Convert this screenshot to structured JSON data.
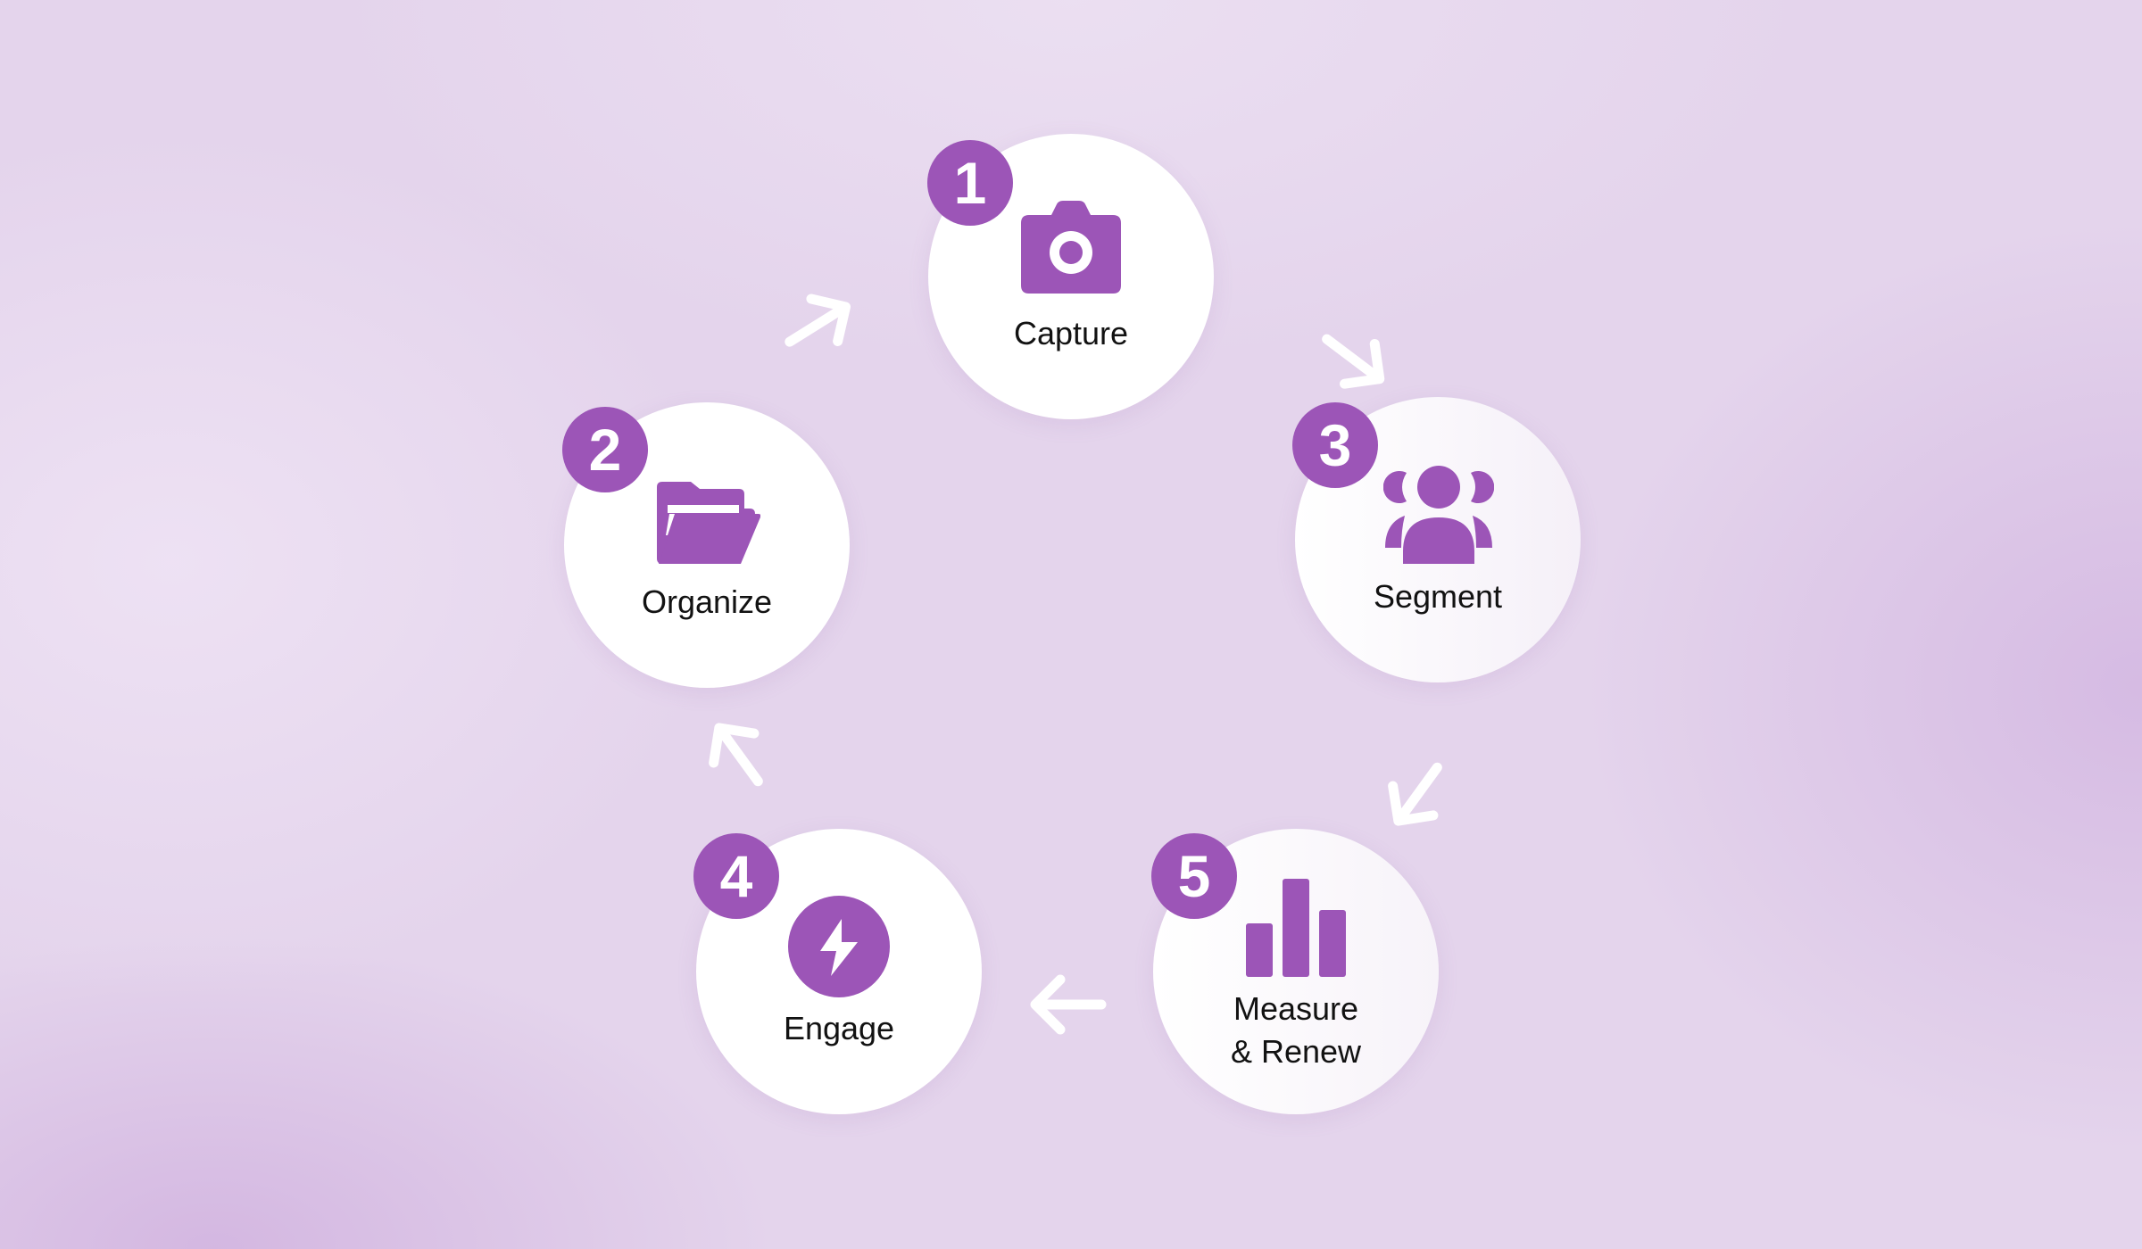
{
  "colors": {
    "accent": "#9c55b7",
    "node_fill": "#ffffff",
    "arrow": "#ffffff",
    "label": "#121212"
  },
  "steps": [
    {
      "number": "1",
      "label_lines": [
        "Capture"
      ],
      "icon": "camera-icon"
    },
    {
      "number": "2",
      "label_lines": [
        "Organize"
      ],
      "icon": "folder-icon"
    },
    {
      "number": "3",
      "label_lines": [
        "Segment"
      ],
      "icon": "users-icon"
    },
    {
      "number": "4",
      "label_lines": [
        "Engage"
      ],
      "icon": "lightning-icon"
    },
    {
      "number": "5",
      "label_lines": [
        "Measure",
        "& Renew"
      ],
      "icon": "bar-chart-icon"
    }
  ],
  "arrows": [
    {
      "from": "1",
      "to": "3"
    },
    {
      "from": "3",
      "to": "5"
    },
    {
      "from": "5",
      "to": "4"
    },
    {
      "from": "4",
      "to": "2"
    },
    {
      "from": "2",
      "to": "1"
    }
  ]
}
